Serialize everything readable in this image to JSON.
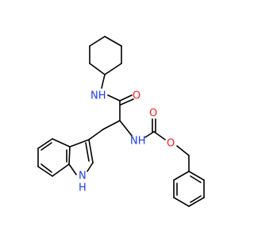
{
  "colors": {
    "bond": "#000000",
    "nitrogen": "#1f3bff",
    "oxygen": "#ff1a1a",
    "background": "#ffffff"
  },
  "atoms": {
    "amide_nh": {
      "text": "NH",
      "element": "N"
    },
    "carbonyl_o1": {
      "text": "O",
      "element": "O"
    },
    "carbamate_nh": {
      "text": "NH",
      "element": "N"
    },
    "carbonyl_o2": {
      "text": "O",
      "element": "O"
    },
    "ester_o": {
      "text": "O",
      "element": "O"
    },
    "indole_n": {
      "text": "N",
      "element": "N"
    },
    "indole_h": {
      "text": "H",
      "element": "N"
    }
  }
}
